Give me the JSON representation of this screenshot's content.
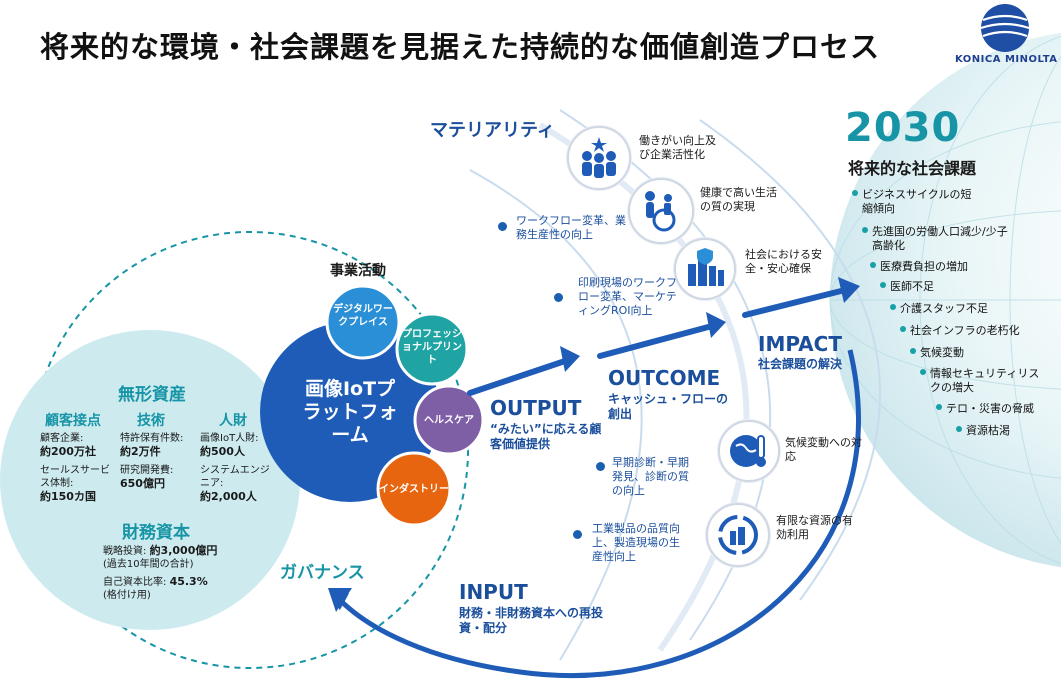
{
  "title": "将来的な環境・社会課題を見据えた持続的な価値創造プロセス",
  "brand": {
    "name": "KONICA MINOLTA",
    "logo_color": "#1f4fa5"
  },
  "colors": {
    "navy": "#1b4f9c",
    "teal": "#17a0a8",
    "light_teal": "#cdebef",
    "orange": "#e8650f",
    "purple": "#7e5fa6",
    "blue_circle": "#1e5cb8"
  },
  "materiality": {
    "label": "マテリアリティ",
    "items": [
      {
        "text": "働きがい向上及び企業活性化",
        "icon": "team-star-icon"
      },
      {
        "text": "健康で高い生活の質の実現",
        "icon": "wheelchair-care-icon"
      },
      {
        "text": "社会における安全・安心確保",
        "icon": "city-shield-icon"
      },
      {
        "text": "気候変動への対応",
        "icon": "globe-thermometer-icon"
      },
      {
        "text": "有限な資源の有効利用",
        "icon": "recycle-building-icon"
      }
    ]
  },
  "outcome_points": [
    "ワークフロー変革、業務生産性の向上",
    "印刷現場のワークフロー変革、マーケティングROI向上",
    "早期診断・早期発見、診断の質の向上",
    "工業製品の品質向上、製造現場の生産性向上"
  ],
  "business": {
    "label": "事業活動",
    "core": "画像IoTプラットフォーム",
    "satellites": [
      {
        "label": "デジタルワークプレイス"
      },
      {
        "label": "プロフェッショナルプリント"
      },
      {
        "label": "ヘルスケア"
      },
      {
        "label": "インダストリー"
      }
    ]
  },
  "intangible": {
    "title": "無形資産",
    "columns": [
      {
        "heading": "顧客接点",
        "items": [
          {
            "label": "顧客企業:",
            "value": "約200万社"
          },
          {
            "label": "セールスサービス体制:",
            "value": "約150カ国"
          }
        ]
      },
      {
        "heading": "技術",
        "items": [
          {
            "label": "特許保有件数:",
            "value": "約2万件"
          },
          {
            "label": "研究開発費:",
            "value": "650億円"
          }
        ]
      },
      {
        "heading": "人財",
        "items": [
          {
            "label": "画像IoT人財:",
            "value": "約500人"
          },
          {
            "label": "システムエンジニア:",
            "value": "約2,000人"
          }
        ]
      }
    ]
  },
  "financial": {
    "title": "財務資本",
    "items": [
      {
        "label": "戦略投資: ",
        "value": "約3,000億円",
        "note": "(過去10年間の合計)"
      },
      {
        "label": "自己資本比率: ",
        "value": "45.3%",
        "note": "(格付け用)"
      }
    ]
  },
  "governance": "ガバナンス",
  "stages": {
    "output": {
      "title": "OUTPUT",
      "sub": "“みたい”に応える顧客価値提供"
    },
    "outcome": {
      "title": "OUTCOME",
      "sub": "キャッシュ・フローの創出"
    },
    "impact": {
      "title": "IMPACT",
      "sub": "社会課題の解決"
    },
    "input": {
      "title": "INPUT",
      "sub": "財務・非財務資本への再投資・配分"
    }
  },
  "future": {
    "year": "2030",
    "title": "将来的な社会課題",
    "items": [
      "ビジネスサイクルの短縮傾向",
      "先進国の労働人口減少/少子高齢化",
      "医療費負担の増加",
      "医師不足",
      "介護スタッフ不足",
      "社会インフラの老朽化",
      "気候変動",
      "情報セキュリティリスクの増大",
      "テロ・災害の脅威",
      "資源枯渇"
    ]
  }
}
